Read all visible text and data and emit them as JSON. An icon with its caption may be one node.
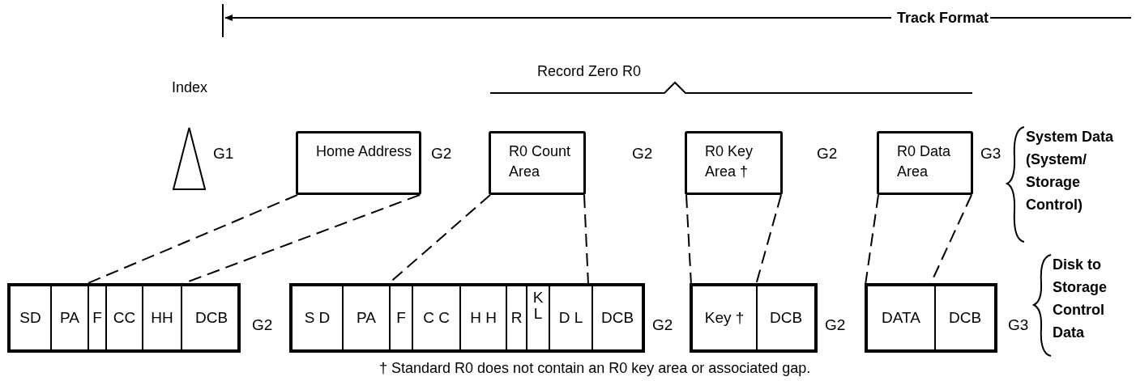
{
  "diagram": {
    "nodes": [
      {
        "text": [],
        "shape": "triangle"
      },
      {
        "text": [
          "Home Address"
        ]
      },
      {
        "text": [
          "R0 Count Area"
        ]
      },
      {
        "text": [
          "R0 Key Area †"
        ]
      },
      {
        "text": [
          "R0 Data Area"
        ]
      },
      {
        "text": [],
        "shape": "box"
      },
      {
        "text": [
          "SD"
        ],
        "in": 5
      },
      {
        "text": [
          "PA"
        ],
        "in": 5
      },
      {
        "text": [
          "F"
        ],
        "in": 5
      },
      {
        "text": [
          "CC"
        ],
        "in": 5
      },
      {
        "text": [
          "HH"
        ],
        "in": 5
      },
      {
        "text": [
          "DCB"
        ],
        "in": 5
      },
      {
        "text": [],
        "shape": "box"
      },
      {
        "text": [
          "S D"
        ],
        "in": 12
      },
      {
        "text": [
          "PA"
        ],
        "in": 12
      },
      {
        "text": [
          "F"
        ],
        "in": 12
      },
      {
        "text": [
          "C C"
        ],
        "in": 12
      },
      {
        "text": [
          "H H"
        ],
        "in": 12
      },
      {
        "text": [
          "R"
        ],
        "in": 12
      },
      {
        "text": [
          "K L"
        ],
        "in": 12
      },
      {
        "text": [
          "D L"
        ],
        "in": 12
      },
      {
        "text": [
          "DCB"
        ],
        "in": 12
      },
      {
        "text": [],
        "shape": "box"
      },
      {
        "text": [
          "Key †"
        ],
        "in": 22
      },
      {
        "text": [
          "DCB"
        ],
        "in": 22
      },
      {
        "text": [],
        "shape": "box"
      },
      {
        "text": [
          "DATA"
        ],
        "in": 25
      },
      {
        "text": [
          "DCB"
        ],
        "in": 25
      }
    ],
    "edges": [
      {
        "from": 1,
        "to": 5,
        "arrow": "none",
        "style": "dashed"
      },
      {
        "from": 1,
        "to": 5,
        "arrow": "none",
        "style": "dashed"
      },
      {
        "from": 2,
        "to": 12,
        "arrow": "none",
        "style": "dashed"
      },
      {
        "from": 2,
        "to": 12,
        "arrow": "none",
        "style": "dashed"
      },
      {
        "from": 3,
        "to": 22,
        "arrow": "none",
        "style": "dashed"
      },
      {
        "from": 3,
        "to": 22,
        "arrow": "none",
        "style": "dashed"
      },
      {
        "from": 4,
        "to": 25,
        "arrow": "none",
        "style": "dashed"
      },
      {
        "from": 4,
        "to": 25,
        "arrow": "none",
        "style": "dashed"
      }
    ],
    "labels": [
      "Track Format",
      "Index",
      "Record Zero R0",
      "G1",
      "G2",
      "G2",
      "G2",
      "G3",
      "System Data (System/ Storage Control)",
      "G2",
      "G2",
      "G2",
      "G3",
      "Disk to Storage Control Data",
      "† Standard R0 does not contain an R0 key area or associated gap."
    ]
  }
}
